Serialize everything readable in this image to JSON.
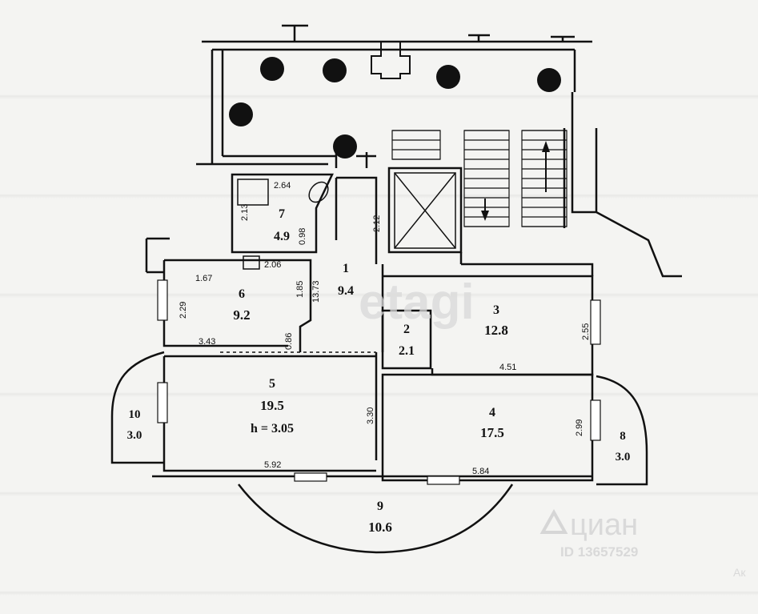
{
  "rooms": [
    {
      "id": "1",
      "area": "9.4"
    },
    {
      "id": "2",
      "area": "2.1"
    },
    {
      "id": "3",
      "area": "12.8"
    },
    {
      "id": "4",
      "area": "17.5"
    },
    {
      "id": "5",
      "area": "19.5",
      "note": "h = 3.05"
    },
    {
      "id": "6",
      "area": "9.2"
    },
    {
      "id": "7",
      "area": "4.9"
    },
    {
      "id": "8",
      "area": "3.0"
    },
    {
      "id": "9",
      "area": "10.6"
    },
    {
      "id": "10",
      "area": "3.0"
    }
  ],
  "dimensions": [
    "2.64",
    "2.13",
    "0.98",
    "2.12",
    "2.06",
    "1.67",
    "1.85",
    "13.73",
    "2.29",
    "0.86",
    "3.43",
    "2.55",
    "4.51",
    "3.30",
    "2.99",
    "5.92",
    "5.84"
  ],
  "watermarks": {
    "etagi": "etagi",
    "cian": "циан",
    "cian_id": "ID 13657529",
    "corner": "Ак"
  },
  "colors": {
    "ink": "#111111",
    "paper": "#f4f4f2",
    "watermark": "#d6d6d6"
  }
}
